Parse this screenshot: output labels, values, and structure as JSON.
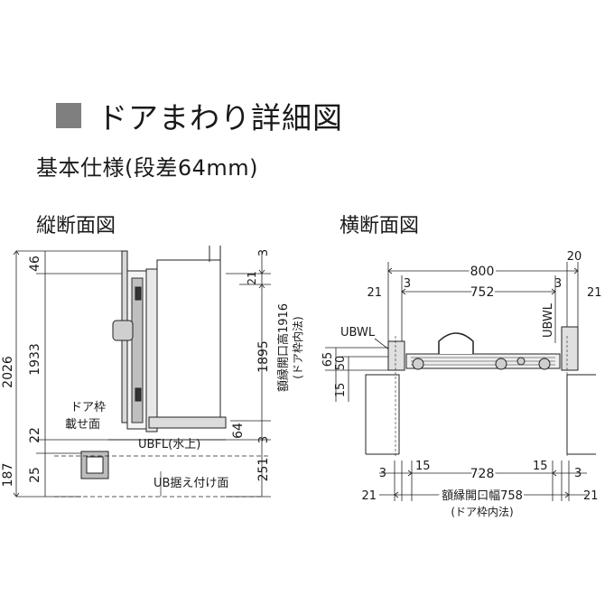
{
  "header": {
    "title": "ドアまわり詳細図",
    "subtitle": "基本仕様(段差64mm)"
  },
  "vertical": {
    "label": "縦断面図",
    "dims": {
      "d46": "46",
      "d2026": "2026",
      "d1933": "1933",
      "d22": "22",
      "d187": "187",
      "d25": "25",
      "d3a": "3",
      "d21": "21",
      "d1895": "1895",
      "d3b": "3",
      "d64": "64",
      "d251": "251"
    },
    "opening_height": "額縁開口高1916",
    "opening_note": "(ドア枠内法)",
    "frame_label_1": "ドア枠",
    "frame_label_2": "載せ面",
    "ubfl": "UBFL(水上)",
    "ub_install": "UB据え付け面"
  },
  "horizontal": {
    "label": "横断面図",
    "dims": {
      "d800": "800",
      "d20": "20",
      "d21a": "21",
      "d3a": "3",
      "d752": "752",
      "d3b": "3",
      "d21b": "21",
      "d65": "65",
      "d50": "50",
      "d15": "15",
      "b3a": "3",
      "b15a": "15",
      "b728": "728",
      "b15b": "15",
      "b3b": "3",
      "b21a": "21",
      "b21b": "21"
    },
    "ubwl_left": "UBWL",
    "ubwl_right": "UBWL",
    "opening_width": "額縁開口幅758",
    "opening_note": "(ドア枠内法)"
  }
}
